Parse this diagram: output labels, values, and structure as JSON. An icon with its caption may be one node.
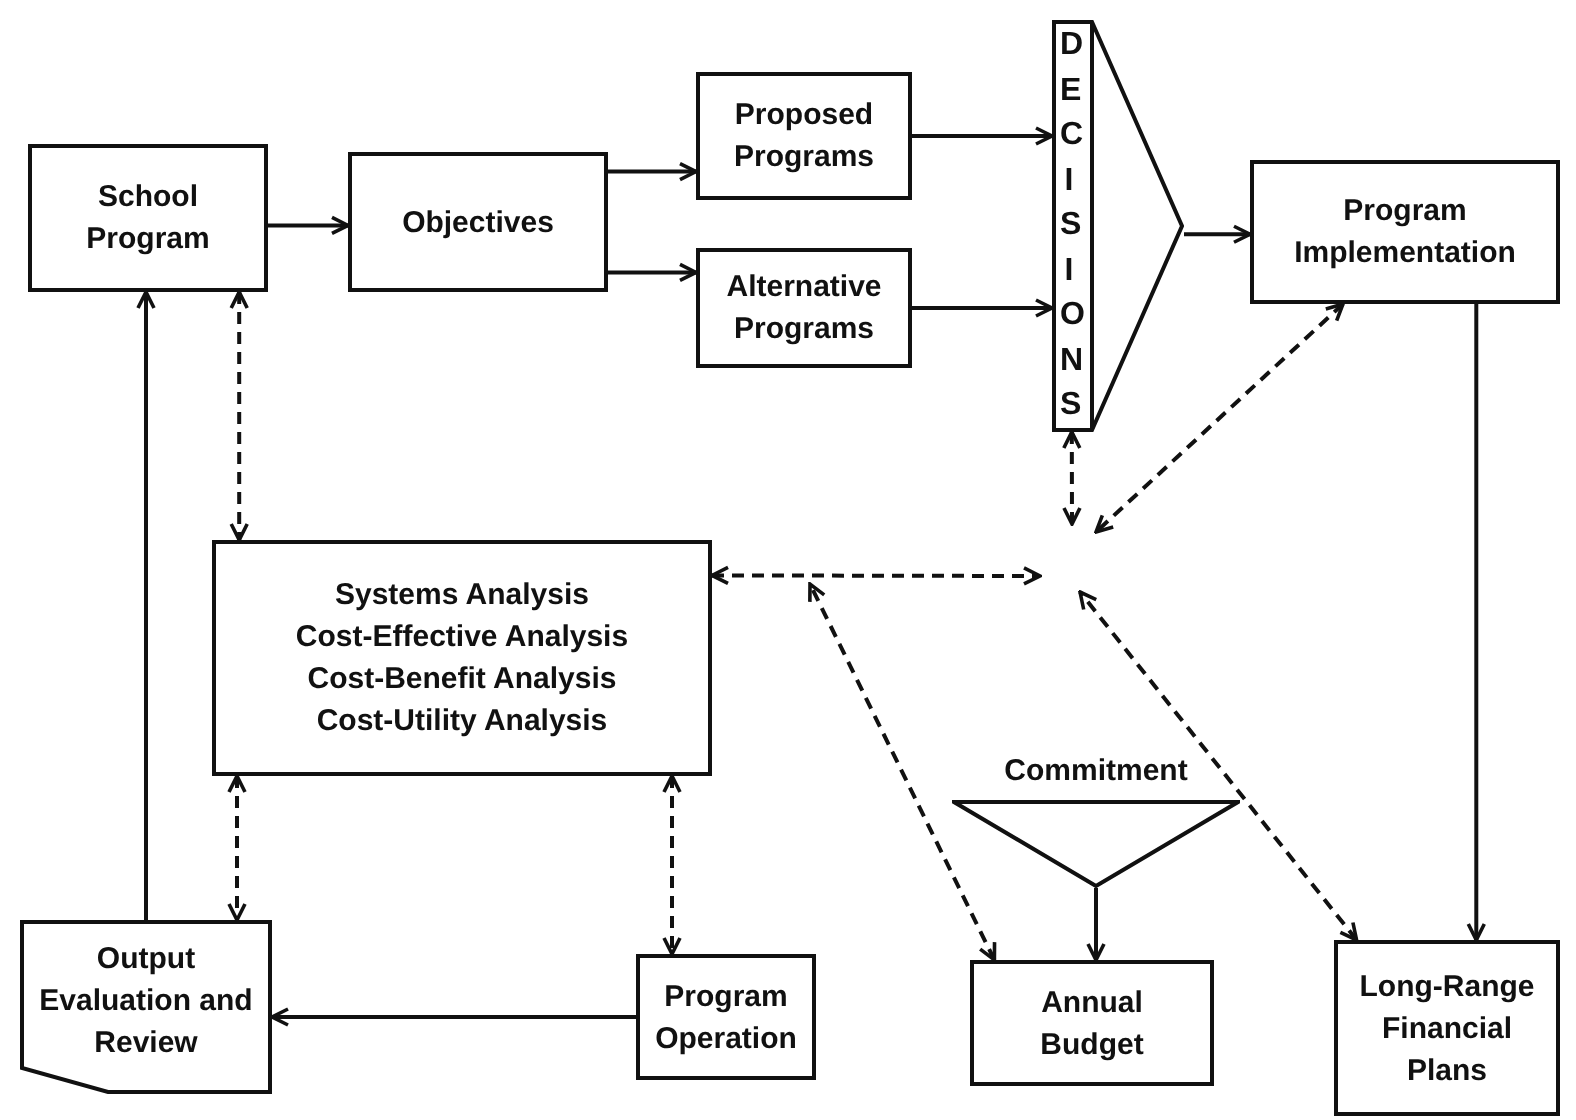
{
  "diagram": {
    "nodes": [
      {
        "text": [
          "School Program"
        ]
      },
      {
        "text": [
          "Objectives"
        ]
      },
      {
        "text": [
          "Proposed Programs"
        ]
      },
      {
        "text": [
          "Alternative Programs"
        ]
      },
      {
        "text": [
          "DECISIONS"
        ]
      },
      {
        "text": [
          "Program Implementation"
        ]
      },
      {
        "text": [
          "Systems Analysis",
          "Cost-Effective Analysis",
          "Cost-Benefit Analysis",
          "Cost-Utility Analysis"
        ]
      },
      {
        "text": [
          "Commitment"
        ]
      },
      {
        "text": [
          "Output Evaluation and Review"
        ]
      },
      {
        "text": [
          "Program Operation"
        ]
      },
      {
        "text": [
          "Annual Budget"
        ]
      },
      {
        "text": [
          "Long-Range Financial Plans"
        ]
      }
    ],
    "edges": [
      {
        "from": 0,
        "to": 1,
        "arrow": "to"
      },
      {
        "from": 1,
        "to": 2,
        "arrow": "to"
      },
      {
        "from": 1,
        "to": 3,
        "arrow": "to"
      },
      {
        "from": 2,
        "to": 4,
        "arrow": "to"
      },
      {
        "from": 3,
        "to": 4,
        "arrow": "to"
      },
      {
        "from": 4,
        "to": 5,
        "arrow": "to"
      },
      {
        "from": 5,
        "to": 11,
        "arrow": "to"
      },
      {
        "from": 0,
        "to": 6,
        "arrow": "both",
        "style": "dashed"
      },
      {
        "from": 6,
        "to": 8,
        "arrow": "both",
        "style": "dashed"
      },
      {
        "from": 6,
        "to": 9,
        "arrow": "both",
        "style": "dashed"
      },
      {
        "from": 9,
        "to": 8,
        "arrow": "to"
      },
      {
        "from": 8,
        "to": 0,
        "arrow": "to"
      },
      {
        "from": 7,
        "to": 10,
        "arrow": "to"
      },
      {
        "from": 4,
        "to": null,
        "arrow": "both",
        "style": "dashed"
      },
      {
        "from": 5,
        "to": null,
        "arrow": "both",
        "style": "dashed"
      },
      {
        "from": 11,
        "to": null,
        "arrow": "both",
        "style": "dashed"
      },
      {
        "from": 6,
        "to": null,
        "arrow": "both",
        "style": "dashed"
      },
      {
        "from": 10,
        "to": null,
        "arrow": "both",
        "style": "dashed"
      }
    ]
  }
}
